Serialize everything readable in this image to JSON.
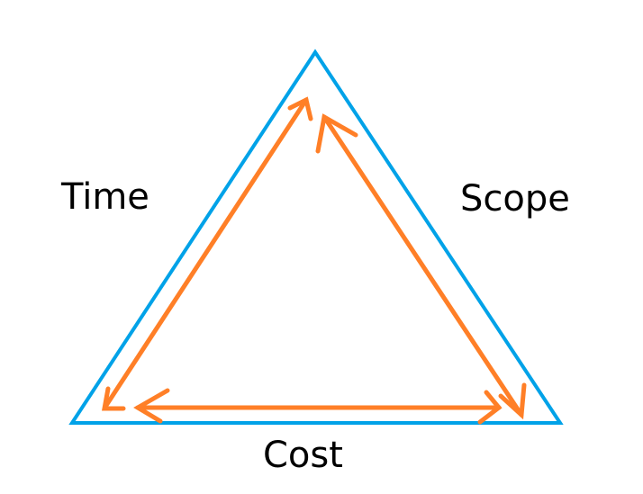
{
  "labels": {
    "time": "Time",
    "scope": "Scope",
    "cost": "Cost"
  },
  "colors": {
    "triangle": "#00a2e8",
    "arrows": "#ff7f27",
    "text": "#000000"
  }
}
